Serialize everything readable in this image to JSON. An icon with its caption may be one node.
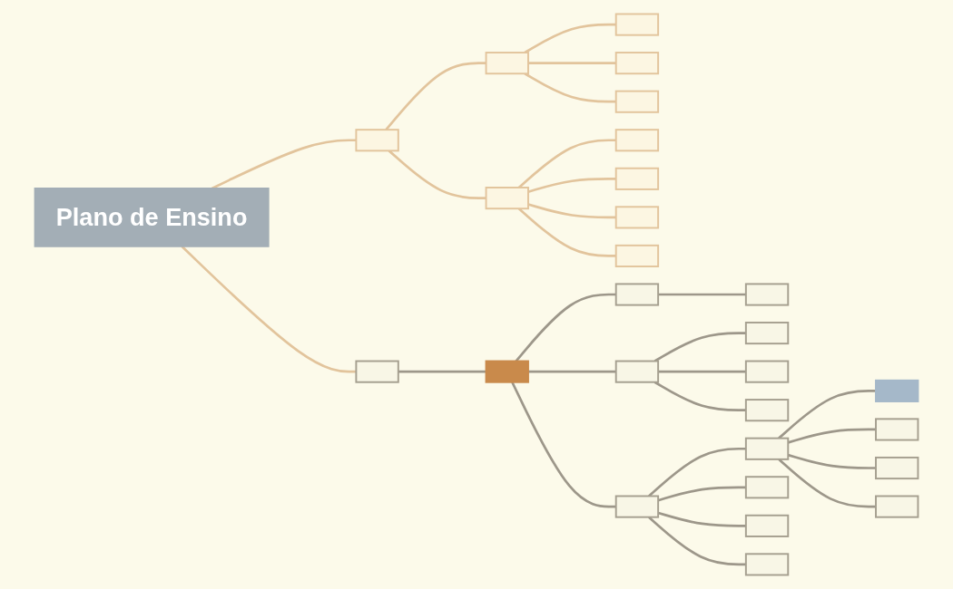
{
  "diagram": {
    "nodes": [
      {
        "text": [
          "Plano de Ensino"
        ]
      },
      {
        "text": [],
        "shape": "box"
      },
      {
        "text": [],
        "shape": "box"
      },
      {
        "text": [],
        "shape": "box"
      },
      {
        "text": [],
        "shape": "box"
      },
      {
        "text": [],
        "shape": "box"
      },
      {
        "text": [],
        "shape": "box"
      },
      {
        "text": [],
        "shape": "box"
      },
      {
        "text": [],
        "shape": "box"
      },
      {
        "text": [],
        "shape": "box"
      },
      {
        "text": [],
        "shape": "box"
      },
      {
        "text": [],
        "shape": "box"
      },
      {
        "text": [],
        "shape": "box"
      },
      {
        "text": [],
        "shape": "box"
      },
      {
        "text": [],
        "shape": "box"
      },
      {
        "text": [],
        "shape": "box"
      },
      {
        "text": [],
        "shape": "box"
      },
      {
        "text": [],
        "shape": "box"
      },
      {
        "text": [],
        "shape": "box"
      },
      {
        "text": [],
        "shape": "box"
      },
      {
        "text": [],
        "shape": "box"
      },
      {
        "text": [],
        "shape": "bar"
      },
      {
        "text": [],
        "shape": "box"
      },
      {
        "text": [],
        "shape": "box"
      },
      {
        "text": [],
        "shape": "box"
      },
      {
        "text": [],
        "shape": "box"
      },
      {
        "text": [],
        "shape": "box"
      },
      {
        "text": [],
        "shape": "box"
      }
    ],
    "edges": [
      {
        "from": 0,
        "to": 1,
        "arrow": "none",
        "color": "#e2c49c"
      },
      {
        "from": 1,
        "to": 2,
        "arrow": "none",
        "color": "#e2c49c"
      },
      {
        "from": 2,
        "to": 3,
        "arrow": "none",
        "color": "#e2c49c"
      },
      {
        "from": 2,
        "to": 4,
        "arrow": "none",
        "color": "#e2c49c"
      },
      {
        "from": 2,
        "to": 5,
        "arrow": "none",
        "color": "#e2c49c"
      },
      {
        "from": 1,
        "to": 6,
        "arrow": "none",
        "color": "#e2c49c"
      },
      {
        "from": 6,
        "to": 7,
        "arrow": "none",
        "color": "#e2c49c"
      },
      {
        "from": 6,
        "to": 8,
        "arrow": "none",
        "color": "#e2c49c"
      },
      {
        "from": 6,
        "to": 9,
        "arrow": "none",
        "color": "#e2c49c"
      },
      {
        "from": 6,
        "to": 10,
        "arrow": "none",
        "color": "#e2c49c"
      },
      {
        "from": 0,
        "to": 11,
        "arrow": "none",
        "color": "#e2c49c"
      },
      {
        "from": 11,
        "to": 12,
        "arrow": "none"
      },
      {
        "from": 12,
        "to": 13,
        "arrow": "none"
      },
      {
        "from": 13,
        "to": 14,
        "arrow": "none"
      },
      {
        "from": 12,
        "to": 15,
        "arrow": "none"
      },
      {
        "from": 15,
        "to": 16,
        "arrow": "none"
      },
      {
        "from": 15,
        "to": 17,
        "arrow": "none"
      },
      {
        "from": 15,
        "to": 18,
        "arrow": "none"
      },
      {
        "from": 12,
        "to": 19,
        "arrow": "none"
      },
      {
        "from": 19,
        "to": 20,
        "arrow": "none"
      },
      {
        "from": 20,
        "to": 21,
        "arrow": "none"
      },
      {
        "from": 20,
        "to": 22,
        "arrow": "none"
      },
      {
        "from": 20,
        "to": 23,
        "arrow": "none"
      },
      {
        "from": 20,
        "to": 24,
        "arrow": "none"
      },
      {
        "from": 19,
        "to": 25,
        "arrow": "none"
      },
      {
        "from": 19,
        "to": 26,
        "arrow": "none"
      },
      {
        "from": 19,
        "to": 27,
        "arrow": "none"
      }
    ]
  }
}
